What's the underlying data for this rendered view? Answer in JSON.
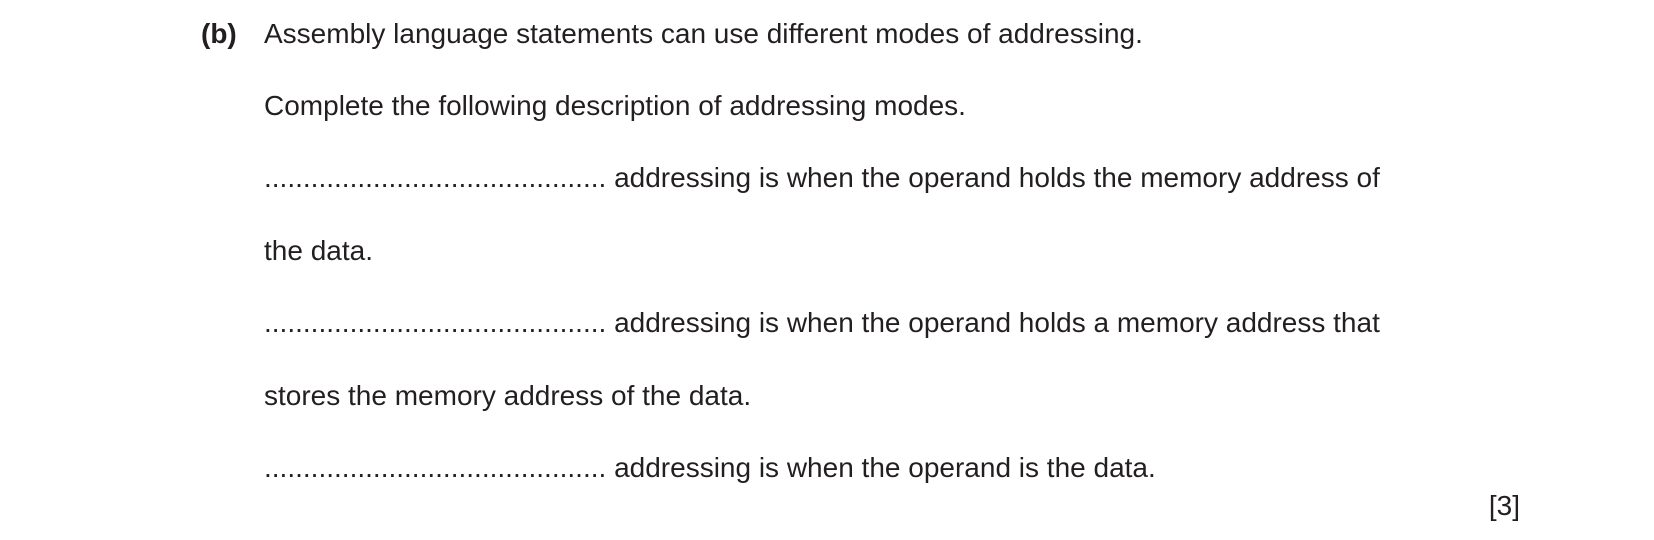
{
  "question": {
    "label": "(b)",
    "intro": "Assembly language statements can use different modes of addressing.",
    "instruction": "Complete the following description of addressing modes.",
    "items": [
      {
        "blank": "............................................",
        "text_line1": "addressing is when the operand holds the memory address of",
        "text_line2": "the data."
      },
      {
        "blank": "............................................",
        "text_line1": "addressing is when the operand holds a memory address that",
        "text_line2": "stores the memory address of the data."
      },
      {
        "blank": "............................................",
        "text_line1": "addressing is when the operand is the data."
      }
    ],
    "marks": "[3]"
  }
}
